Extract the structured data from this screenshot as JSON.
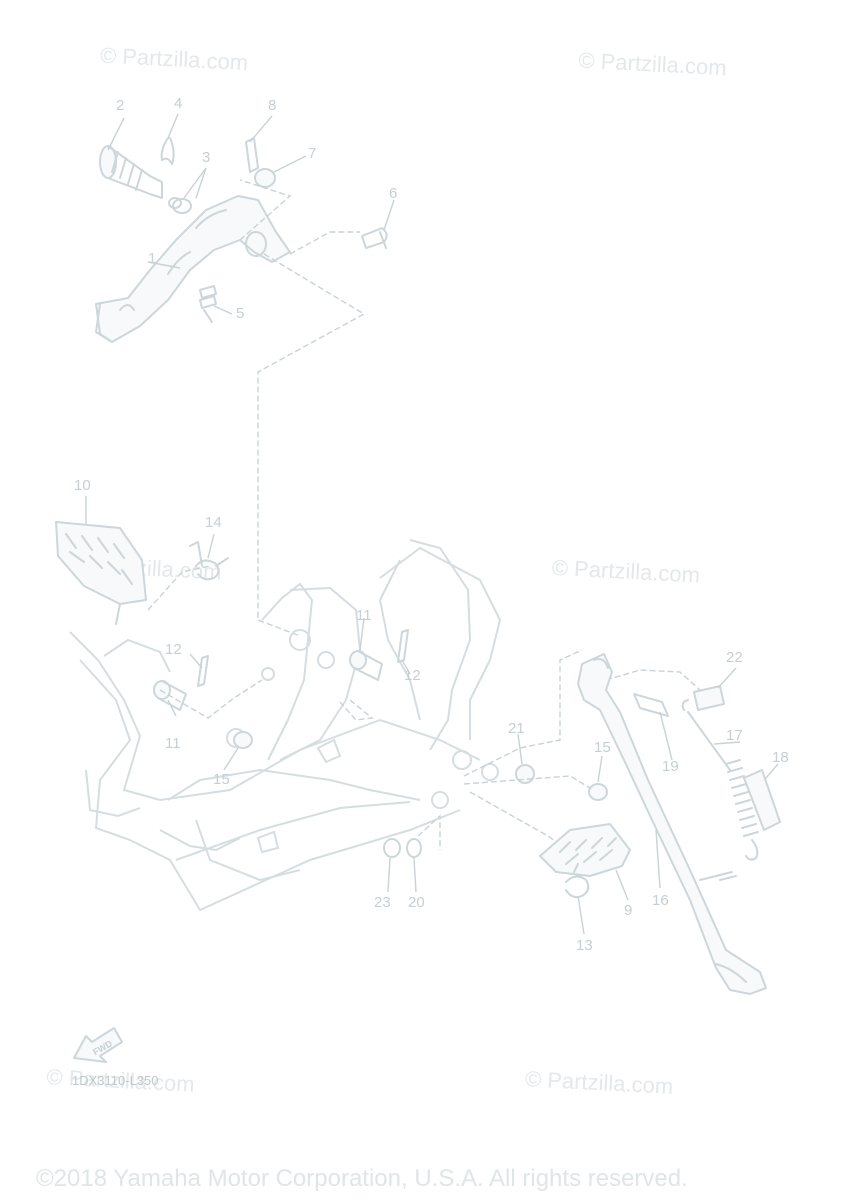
{
  "watermarks": [
    "© Partzilla.com",
    "© Partzilla.com",
    "© Partzilla.com",
    "© Partzilla.com",
    "© Partzilla.com",
    "© Partzilla.com"
  ],
  "callouts": [
    "1",
    "2",
    "3",
    "4",
    "5",
    "6",
    "7",
    "8",
    "9",
    "10",
    "11",
    "11",
    "12",
    "12",
    "13",
    "14",
    "15",
    "15",
    "16",
    "17",
    "18",
    "19",
    "20",
    "21",
    "22",
    "23"
  ],
  "fwd_label": "FWD",
  "diagram_code": "1DX3110-L350",
  "copyright": "©2018 Yamaha Motor Corporation, U.S.A. All rights reserved."
}
